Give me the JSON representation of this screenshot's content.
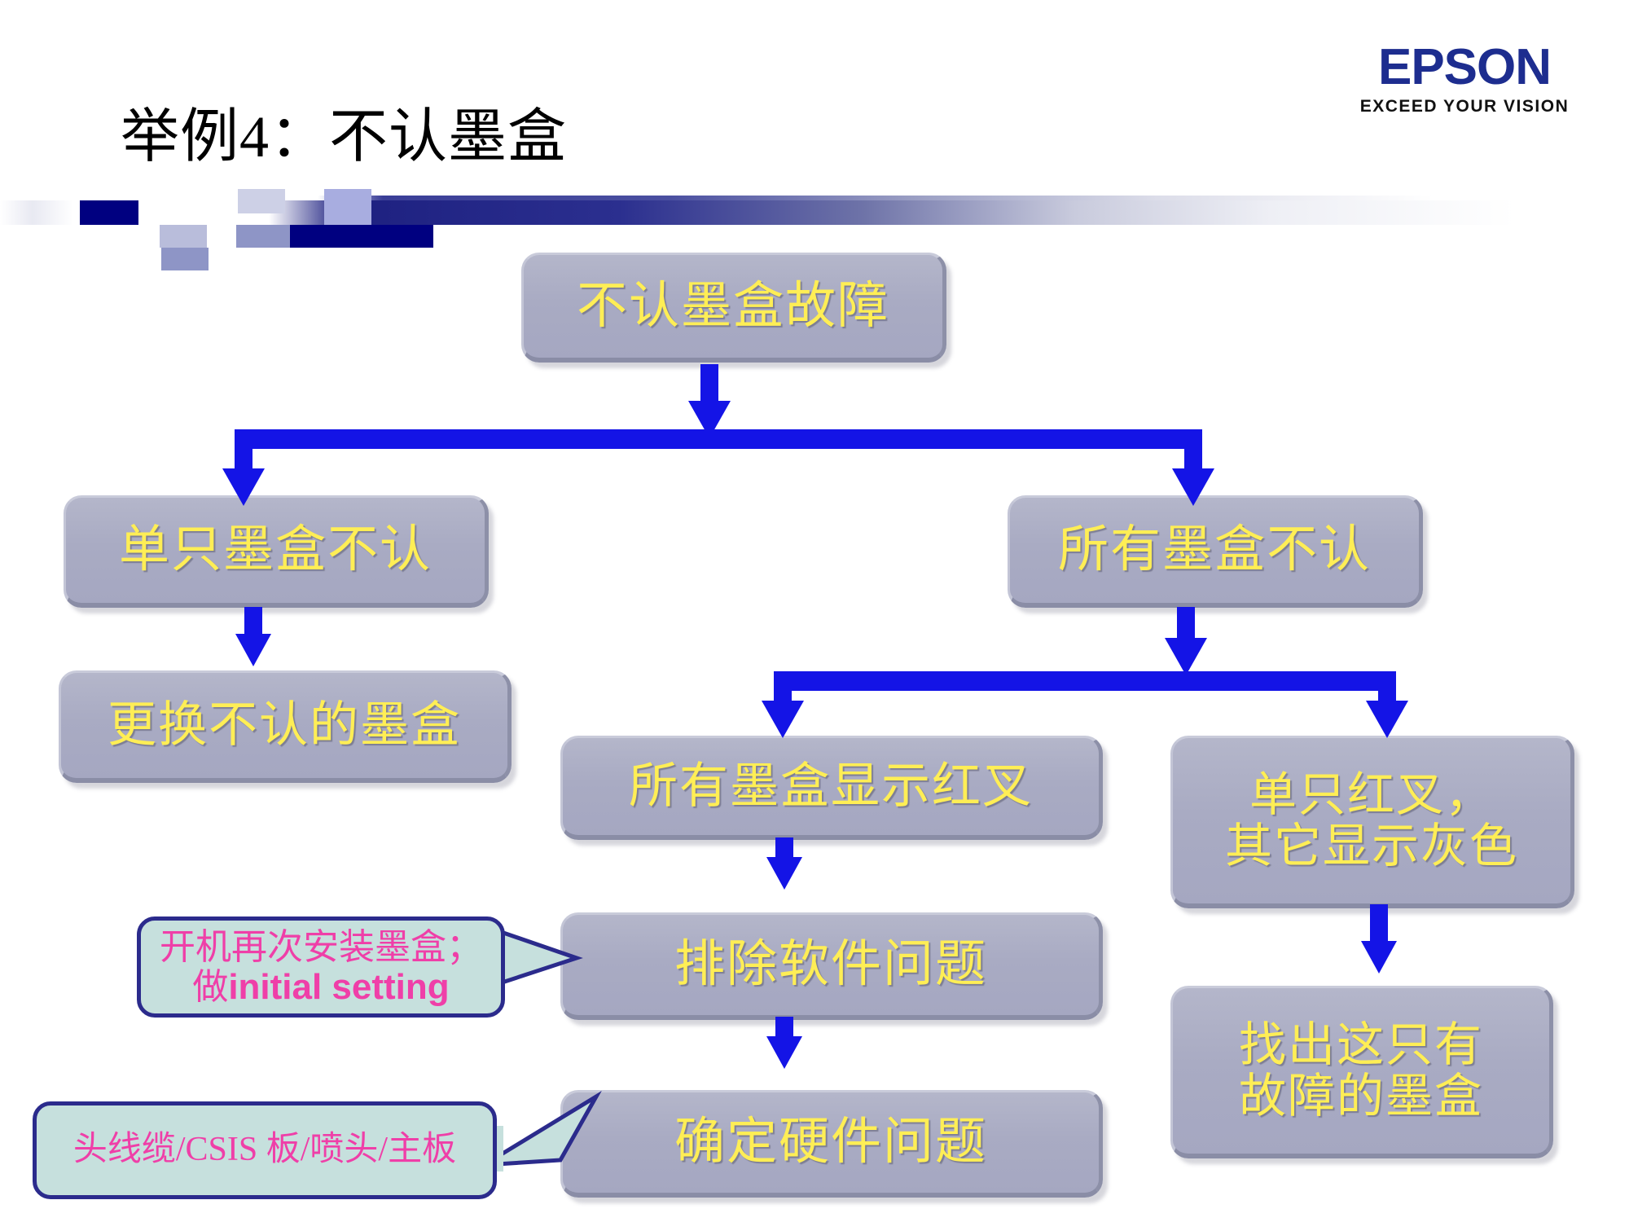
{
  "header": {
    "title": "举例4：不认墨盒",
    "logo": {
      "wordmark": "EPSON",
      "tagline": "EXCEED YOUR VISION",
      "color": "#1d2d8f"
    }
  },
  "theme": {
    "box_fill": "#a9abc3",
    "box_text": "#ffee55",
    "connector": "#1414e6",
    "callout_fill": "#c6e0dd",
    "callout_border": "#2b2b8c",
    "callout_text": "#ef3fa8",
    "bar_dark": "#1d2080"
  },
  "flowchart": {
    "type": "flowchart",
    "nodes": [
      {
        "id": "root",
        "label": "不认墨盒故障"
      },
      {
        "id": "single-fail",
        "label": "单只墨盒不认"
      },
      {
        "id": "all-fail",
        "label": "所有墨盒不认"
      },
      {
        "id": "replace",
        "label": "更换不认的墨盒"
      },
      {
        "id": "all-red-x",
        "label": "所有墨盒显示红叉"
      },
      {
        "id": "one-red-x",
        "label": "单只红叉，\n其它显示灰色"
      },
      {
        "id": "software",
        "label": "排除软件问题"
      },
      {
        "id": "hardware",
        "label": "确定硬件问题"
      },
      {
        "id": "find-bad",
        "label": "找出这只有\n故障的墨盒"
      }
    ],
    "edges": [
      {
        "from": "root",
        "to": "single-fail"
      },
      {
        "from": "root",
        "to": "all-fail"
      },
      {
        "from": "single-fail",
        "to": "replace"
      },
      {
        "from": "all-fail",
        "to": "all-red-x"
      },
      {
        "from": "all-fail",
        "to": "one-red-x"
      },
      {
        "from": "all-red-x",
        "to": "software"
      },
      {
        "from": "software",
        "to": "hardware"
      },
      {
        "from": "one-red-x",
        "to": "find-bad"
      }
    ],
    "callouts": [
      {
        "id": "callout-software",
        "target": "software",
        "label": "开机再次安装墨盒；\n做initial setting",
        "bold_part": "initial setting"
      },
      {
        "id": "callout-hardware",
        "target": "hardware",
        "label": "头线缆/CSIS 板/喷头/主板"
      }
    ]
  }
}
